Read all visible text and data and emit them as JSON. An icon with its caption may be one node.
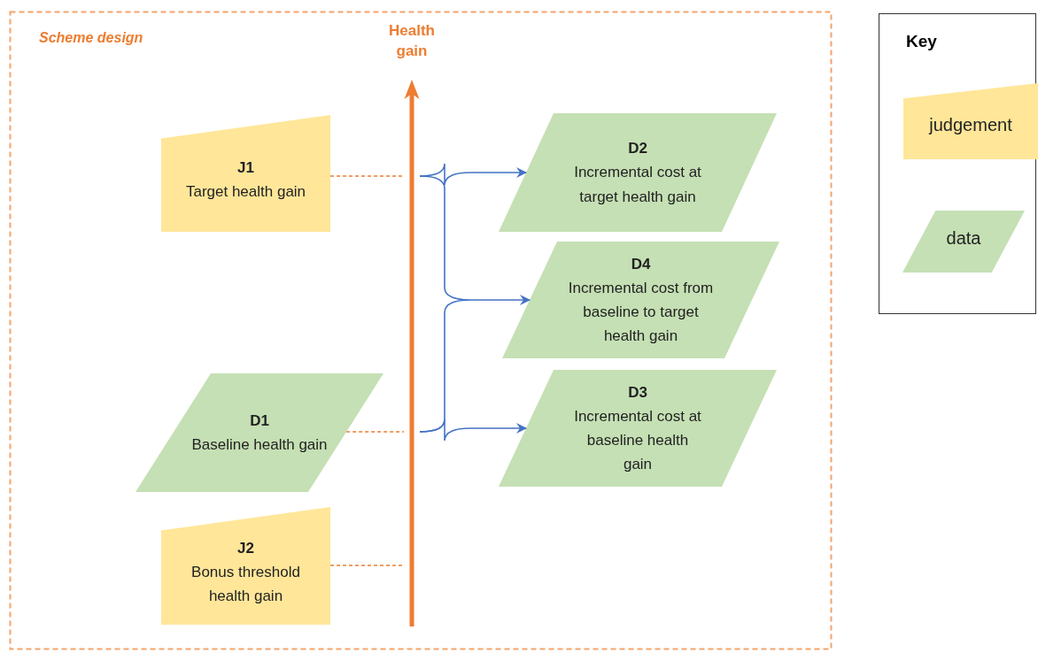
{
  "diagram": {
    "nodes": [
      {
        "text": [
          "Scheme design"
        ]
      },
      {
        "text": [
          "J1",
          "Target health gain"
        ],
        "in": 0
      },
      {
        "text": [
          "D1",
          "Baseline health gain"
        ],
        "in": 0
      },
      {
        "text": [
          "J2",
          "Bonus threshold health gain"
        ],
        "in": 0
      },
      {
        "text": [
          "Health gain"
        ],
        "in": 0
      },
      {
        "text": [
          "D2",
          "Incremental cost at target health gain"
        ],
        "in": 0
      },
      {
        "text": [
          "D4",
          "Incremental cost from baseline to target health gain"
        ],
        "in": 0
      },
      {
        "text": [
          "D3",
          "Incremental cost at baseline health gain"
        ],
        "in": 0
      }
    ],
    "edges": [
      {
        "from": 1,
        "to": 4,
        "arrow": "none",
        "style": "dashed",
        "color": "#ed7d31"
      },
      {
        "from": 2,
        "to": 4,
        "arrow": "none",
        "style": "dashed",
        "color": "#ed7d31"
      },
      {
        "from": 3,
        "to": 4,
        "arrow": "none",
        "style": "dashed",
        "color": "#ed7d31"
      },
      {
        "from": 4,
        "to": 5,
        "arrow": "to",
        "color": "#4472c4"
      },
      {
        "from": 4,
        "to": 6,
        "arrow": "to",
        "color": "#4472c4"
      },
      {
        "from": 4,
        "to": 7,
        "arrow": "to",
        "color": "#4472c4"
      }
    ],
    "labels": [
      "Key"
    ],
    "legend": [
      {
        "text": "judgement",
        "color": "#ffe699"
      },
      {
        "text": "data",
        "color": "#c5e0b4"
      }
    ]
  }
}
